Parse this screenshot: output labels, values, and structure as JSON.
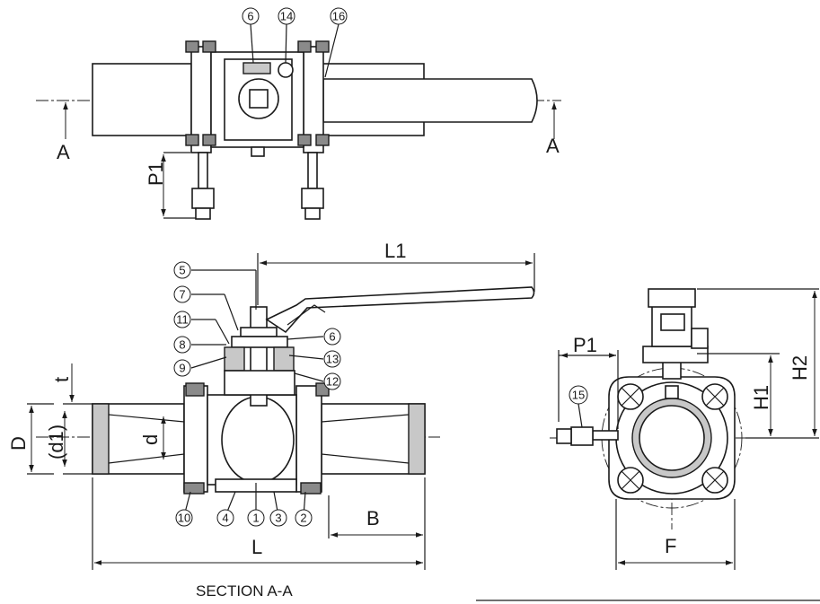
{
  "dimension_labels": {
    "a_left": "A",
    "a_right": "A",
    "p1_top": "P1",
    "l1": "L1",
    "t": "t",
    "d_outer": "D",
    "d1": "(d1)",
    "d_inner": "d",
    "b": "B",
    "l": "L",
    "p1_side": "P1",
    "h1": "H1",
    "h2": "H2",
    "f": "F"
  },
  "section_title": "SECTION A-A",
  "part_numbers": {
    "top_6": "6",
    "top_14": "14",
    "top_16": "16",
    "n5": "5",
    "n7": "7",
    "n11": "11",
    "n8": "8",
    "n9": "9",
    "n6": "6",
    "n13": "13",
    "n12": "12",
    "n10": "10",
    "n4": "4",
    "n1": "1",
    "n3": "3",
    "n2": "2",
    "n15": "15"
  },
  "arrowhead_icon": "arrowhead-icon"
}
